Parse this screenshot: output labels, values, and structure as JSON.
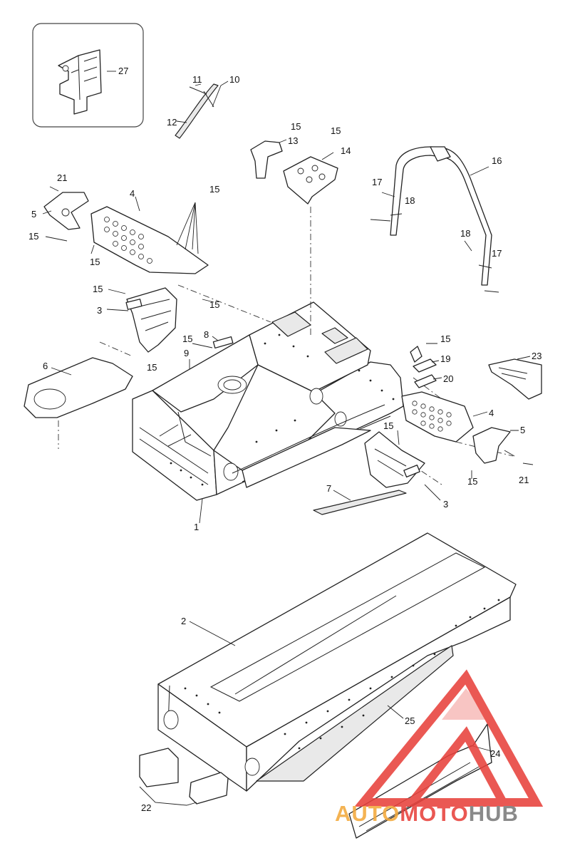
{
  "diagram": {
    "callouts": {
      "c1": "1",
      "c2": "2",
      "c3a": "3",
      "c3b": "3",
      "c4a": "4",
      "c4b": "4",
      "c5a": "5",
      "c5b": "5",
      "c6": "6",
      "c7": "7",
      "c8": "8",
      "c9": "9",
      "c10": "10",
      "c11": "11",
      "c12": "12",
      "c13": "13",
      "c14": "14",
      "c15a": "15",
      "c15b": "15",
      "c15c": "15",
      "c15d": "15",
      "c15e": "15",
      "c15f": "15",
      "c15g": "15",
      "c15h": "15",
      "c15i": "15",
      "c15j": "15",
      "c15k": "15",
      "c15l": "15",
      "c16": "16",
      "c17a": "17",
      "c17b": "17",
      "c18a": "18",
      "c18b": "18",
      "c19": "19",
      "c20": "20",
      "c21a": "21",
      "c21b": "21",
      "c22": "22",
      "c23": "23",
      "c24": "24",
      "c25": "25",
      "c27": "27"
    },
    "colors": {
      "line": "#222222",
      "watermark_red": "#e8413c",
      "watermark_orange": "#f3a93c",
      "watermark_gray": "#7a7a7a"
    }
  },
  "watermark": {
    "part1": "AUTO",
    "part2": "MOTO",
    "part3": "HUB"
  }
}
